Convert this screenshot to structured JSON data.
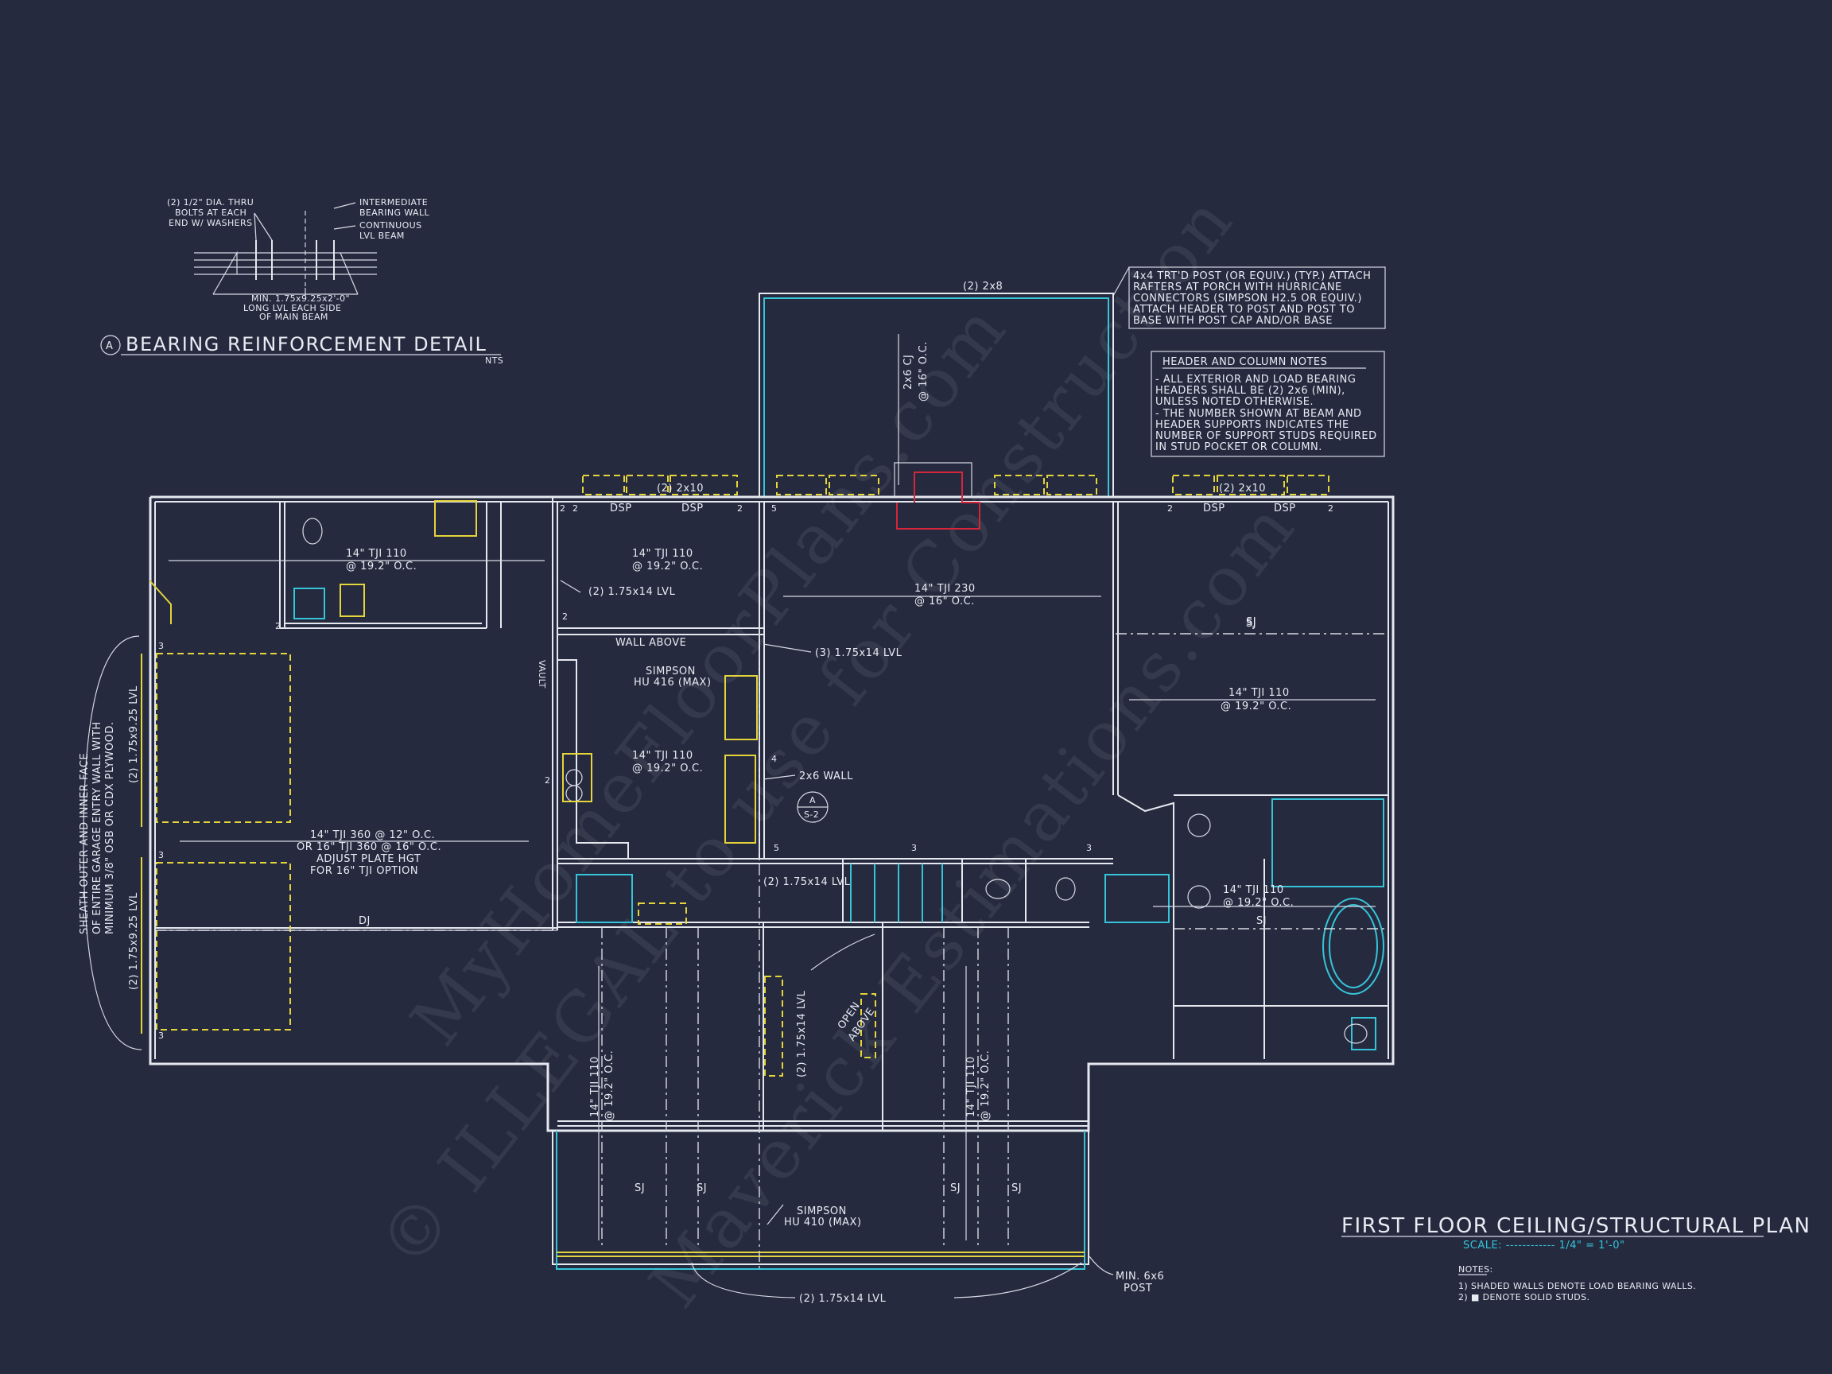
{
  "detail": {
    "marker": "A",
    "title": "BEARING REINFORCEMENT DETAIL",
    "scale": "NTS",
    "notes": {
      "bolts": [
        "(2) 1/2\" DIA. THRU",
        "BOLTS AT EACH",
        "END W/ WASHERS"
      ],
      "wall": [
        "INTERMEDIATE",
        "BEARING WALL"
      ],
      "beam": [
        "CONTINUOUS",
        "LVL BEAM"
      ],
      "min": [
        "MIN. 1.75x9.25x2'-0\"",
        "LONG LVL EACH SIDE",
        "OF MAIN BEAM"
      ]
    }
  },
  "notes_box": {
    "porch_post": [
      "4x4 TRT'D POST (OR EQUIV.) (TYP.) ATTACH",
      "RAFTERS AT PORCH WITH HURRICANE",
      "CONNECTORS (SIMPSON H2.5 OR EQUIV.)",
      "ATTACH HEADER TO POST AND POST TO",
      "BASE WITH POST CAP AND/OR BASE"
    ],
    "header_title": "HEADER AND COLUMN NOTES",
    "header_lines": [
      "- ALL EXTERIOR AND LOAD BEARING",
      "HEADERS SHALL BE (2) 2x6 (MIN),",
      "UNLESS NOTED OTHERWISE.",
      "- THE NUMBER SHOWN AT BEAM AND",
      "HEADER SUPPORTS INDICATES THE",
      "NUMBER OF SUPPORT STUDS REQUIRED",
      "IN STUD POCKET OR COLUMN."
    ]
  },
  "plan_labels": {
    "rear_header": "(2) 2x8",
    "rear_cj": "2x6 CJ",
    "rear_cj2": "@ 16\" O.C.",
    "hdr_2x10_a": "(2) 2x10",
    "hdr_2x10_b": "(2) 2x10",
    "dsp": "DSP",
    "tji110_a": "14\" TJI 110",
    "oc192": "@ 19.2\" O.C.",
    "tji230": "14\" TJI 230",
    "oc16": "@ 16\" O.C.",
    "lvl_2": "(2) 1.75x14 LVL",
    "lvl_3": "(3) 1.75x14 LVL",
    "wall_above": "WALL ABOVE",
    "simpson416": [
      "SIMPSON",
      "HU 416 (MAX)"
    ],
    "simpson410": [
      "SIMPSON",
      "HU 410 (MAX)"
    ],
    "wall2x6": "2x6 WALL",
    "section_a": "A",
    "section_s": "S-2",
    "garage_joist": [
      "14\" TJI 360 @ 12\" O.C.",
      "OR 16\" TJI 360 @ 16\" O.C.",
      "ADJUST PLATE HGT",
      "FOR 16\" TJI OPTION"
    ],
    "dj": "DJ",
    "sj": "SJ",
    "garage_lvl": "(2) 1.75x9.25 LVL",
    "garage_sheath": [
      "SHEATH OUTER AND INNER FACE",
      "OF ENTIRE GARAGE ENTRY WALL WITH",
      "MINIMUM 3/8\" OSB OR CDX PLYWOOD."
    ],
    "open_above": [
      "OPEN",
      "ABOVE"
    ],
    "porch_lvl": "(2) 1.75x14 LVL",
    "post": [
      "MIN. 6x6",
      "POST"
    ],
    "vault": "VAULT",
    "studs": [
      "2",
      "2",
      "2",
      "5",
      "2",
      "2",
      "3",
      "2",
      "4",
      "5",
      "3",
      "3",
      "3",
      "3",
      "2",
      "2"
    ]
  },
  "title_block": {
    "title": "FIRST FLOOR CEILING/STRUCTURAL PLAN",
    "scale_label": "SCALE: ------------ 1/4\" = 1'-0\"",
    "notes_head": "NOTES:",
    "notes": [
      "1)  SHADED WALLS DENOTE LOAD BEARING WALLS.",
      "2)  ■  DENOTE SOLID STUDS."
    ]
  },
  "watermarks": [
    "MyHomeFloorPlans.com",
    "© ILLEGAL to use for Construction",
    "Maverick Estimations.com"
  ],
  "colors": {
    "background": "#252a3f",
    "lines": "#e6e8ef",
    "accent_yellow": "#e5d43a",
    "accent_cyan": "#35c4d8",
    "fireplace_red": "#d5263a"
  }
}
